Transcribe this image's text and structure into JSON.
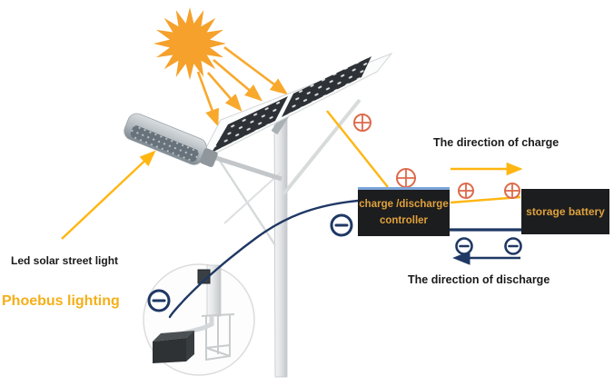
{
  "labels": {
    "street_light": "Led solar street light",
    "brand": "Phoebus lighting",
    "charge": "The direction of charge",
    "discharge": "The direction of discharge"
  },
  "controller": {
    "line1": "charge /discharge",
    "line2": "controller"
  },
  "battery": {
    "label": "storage battery"
  },
  "symbols": {
    "positive_icon": "circled-plus",
    "negative_icon": "circled-minus",
    "positive_count": 4,
    "negative_count": 4
  },
  "icons": {
    "sun": "sun-burst",
    "inset": "pole-base-with-buried-battery"
  },
  "colors": {
    "sun": "#F5A12B",
    "ray": "#F8A92C",
    "arrow_yellow": "#FFB612",
    "navy": "#1F3864",
    "positive": "#DD6A4A",
    "box_bg": "#1C1D1E",
    "box_text": "#DFA13D",
    "brand": "#F5AF19",
    "label_ink": "#1A1A1A"
  }
}
